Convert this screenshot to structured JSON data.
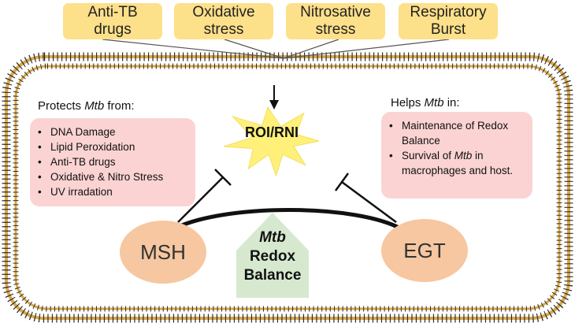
{
  "stressors": [
    {
      "label": "Anti-TB\ndrugs"
    },
    {
      "label": "Oxidative\nstress"
    },
    {
      "label": "Nitrosative\nstress"
    },
    {
      "label": "Respiratory\nBurst"
    }
  ],
  "center": {
    "label": "ROI/RNI"
  },
  "left_panel": {
    "heading_pre": "Protects ",
    "heading_em": "Mtb",
    "heading_post": " from:",
    "items": [
      "DNA Damage",
      "Lipid Peroxidation",
      "Anti-TB drugs",
      "Oxidative & Nitro Stress",
      "UV irradation"
    ]
  },
  "right_panel": {
    "heading_pre": "Helps ",
    "heading_em": "Mtb",
    "heading_post": " in:",
    "item1": "Maintenance of Redox Balance",
    "item2_pre": "Survival of ",
    "item2_em": "Mtb",
    "item2_post": " in macrophages and host."
  },
  "msh": {
    "label": "MSH"
  },
  "egt": {
    "label": "EGT"
  },
  "balance": {
    "line1": "Mtb",
    "line2": "Redox",
    "line3": "Balance"
  },
  "colors": {
    "stressor_fill": "#fde08a",
    "panel_fill": "#fbd3d3",
    "molecule_fill": "#f6c7a0",
    "house_fill": "#d6e9cf",
    "starburst_fill": "#fff07a"
  }
}
